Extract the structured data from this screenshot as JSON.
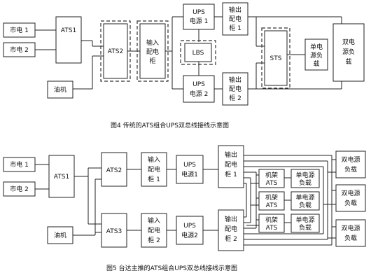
{
  "figure4": {
    "caption": "图4  传统的ATS组合UPS双总线接线示意图",
    "city1": "市电 1",
    "city2": "市电 2",
    "ats1": "ATS1",
    "ats2": "ATS2",
    "generator": "油机",
    "input_panel": [
      "输入",
      "配电",
      "柜"
    ],
    "ups1": [
      "UPS",
      "电源 1"
    ],
    "ups2": [
      "UPS",
      "电源 2"
    ],
    "lbs": "LBS",
    "out1": [
      "输出",
      "配电",
      "柜 1"
    ],
    "out2": [
      "输出",
      "配电",
      "柜 2"
    ],
    "sts": "STS",
    "single_load": [
      "单电",
      "源负",
      "载"
    ],
    "dual_load": [
      "双电",
      "源负",
      "载"
    ]
  },
  "figure5": {
    "caption": "图5  台达主推的ATS组合UPS双总线接线示意图",
    "city1": "市电 1",
    "city2": "市电 2",
    "ats1": "ATS1",
    "ats2": "ATS2",
    "ats3": "ATS3",
    "generator": "油机",
    "in1": [
      "输入",
      "配电",
      "柜 1"
    ],
    "in2": [
      "输入",
      "配电",
      "柜 2"
    ],
    "ups1": [
      "UPS",
      "电源1"
    ],
    "ups2": [
      "UPS",
      "电源2"
    ],
    "out1": [
      "输出",
      "配电",
      "柜 1"
    ],
    "out2": [
      "输出",
      "配电",
      "柜 2"
    ],
    "rack_ats": [
      "机架",
      "ATS"
    ],
    "single_load": [
      "单电源",
      "负载"
    ],
    "dual_load": [
      "双电源",
      "负载"
    ]
  }
}
